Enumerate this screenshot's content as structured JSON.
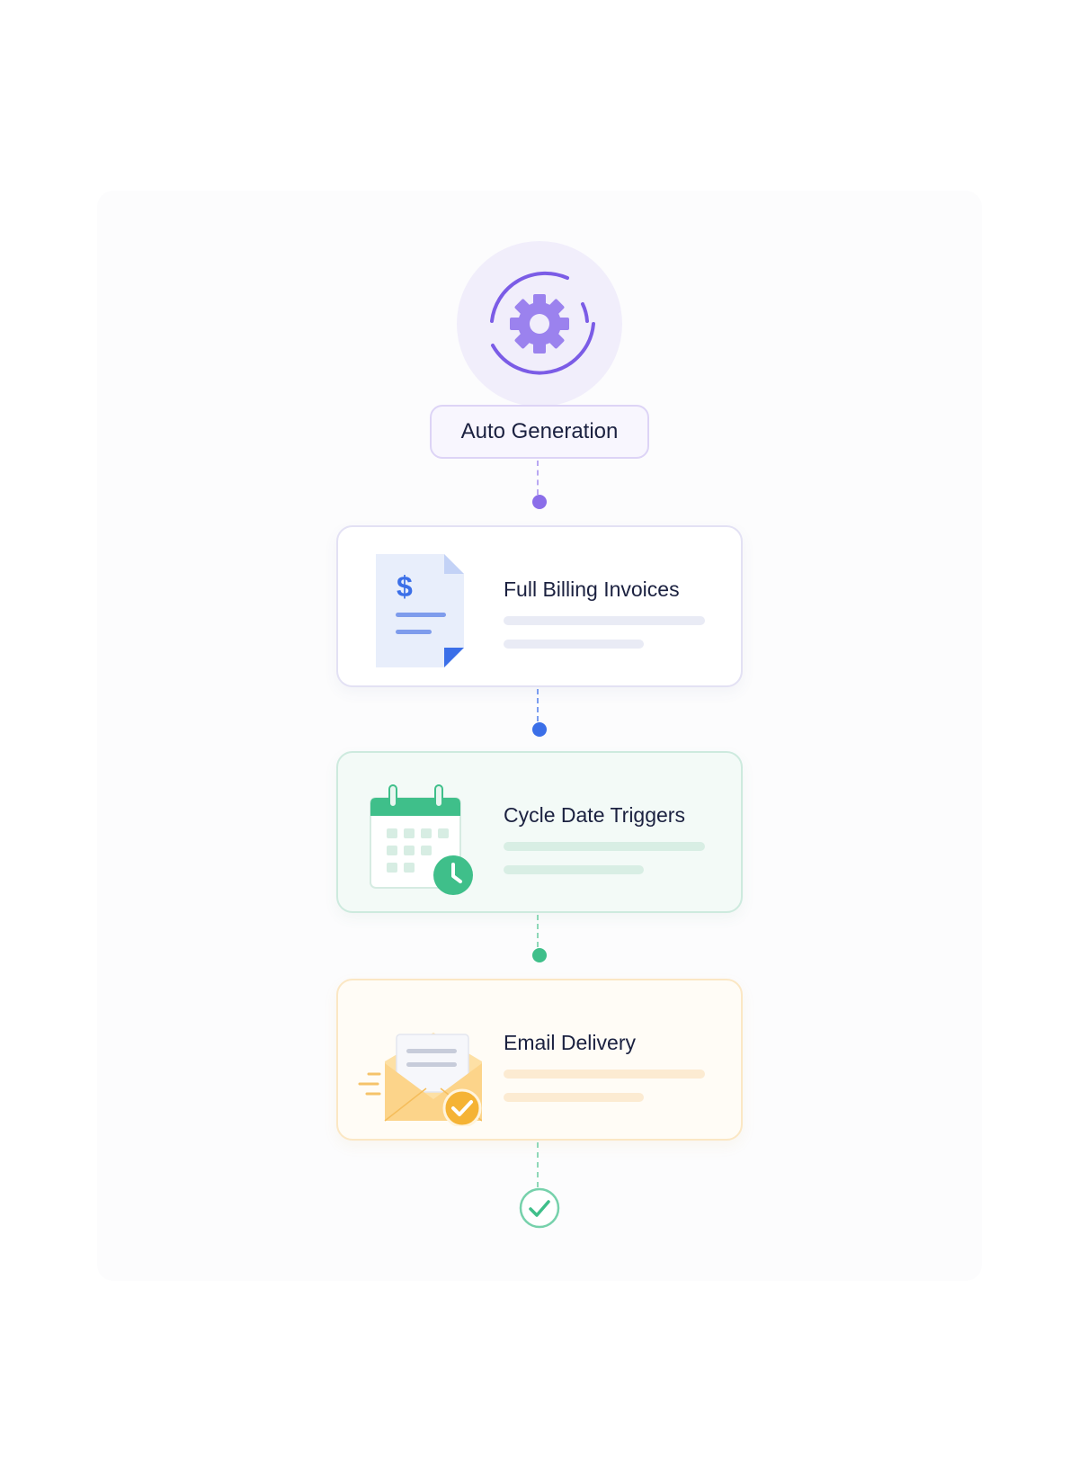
{
  "hub": {
    "title": "Auto Generation",
    "icon": "gear-icon"
  },
  "steps": [
    {
      "label": "Full Billing Invoices",
      "icon": "invoice-document-icon",
      "accent": "#3b6fe8"
    },
    {
      "label": "Cycle Date Triggers",
      "icon": "calendar-clock-icon",
      "accent": "#3fbf8a"
    },
    {
      "label": "Email Delivery",
      "icon": "envelope-check-icon",
      "accent": "#f5b335"
    }
  ],
  "end": {
    "icon": "check-circle-icon",
    "accent": "#3fbf8a"
  },
  "colors": {
    "hub_accent": "#7b5ce6",
    "hub_background": "#f1eefb"
  }
}
